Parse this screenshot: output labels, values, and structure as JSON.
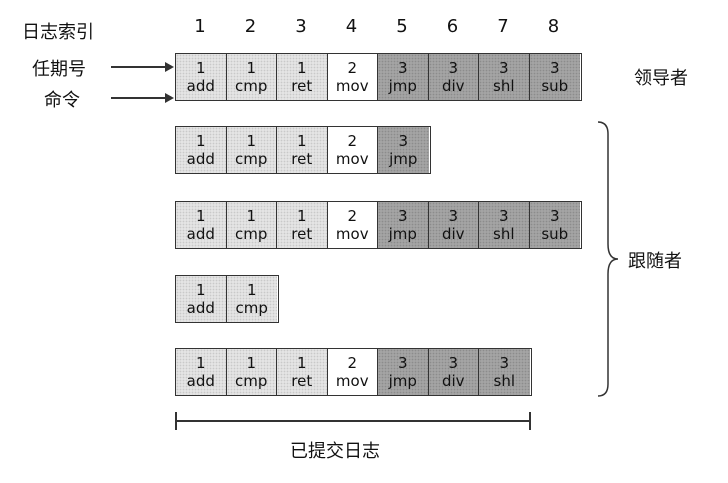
{
  "header": {
    "log_index_label": "日志索引",
    "indices": [
      "1",
      "2",
      "3",
      "4",
      "5",
      "6",
      "7",
      "8"
    ]
  },
  "labels": {
    "term": "任期号",
    "command": "命令"
  },
  "roles": {
    "leader": "领导者",
    "follower": "跟随者"
  },
  "commit_label": "已提交日志",
  "rows": [
    {
      "role": "leader",
      "entries": [
        {
          "term": "1",
          "cmd": "add"
        },
        {
          "term": "1",
          "cmd": "cmp"
        },
        {
          "term": "1",
          "cmd": "ret"
        },
        {
          "term": "2",
          "cmd": "mov"
        },
        {
          "term": "3",
          "cmd": "jmp"
        },
        {
          "term": "3",
          "cmd": "div"
        },
        {
          "term": "3",
          "cmd": "shl"
        },
        {
          "term": "3",
          "cmd": "sub"
        }
      ]
    },
    {
      "role": "follower",
      "entries": [
        {
          "term": "1",
          "cmd": "add"
        },
        {
          "term": "1",
          "cmd": "cmp"
        },
        {
          "term": "1",
          "cmd": "ret"
        },
        {
          "term": "2",
          "cmd": "mov"
        },
        {
          "term": "3",
          "cmd": "jmp"
        }
      ]
    },
    {
      "role": "follower",
      "entries": [
        {
          "term": "1",
          "cmd": "add"
        },
        {
          "term": "1",
          "cmd": "cmp"
        },
        {
          "term": "1",
          "cmd": "ret"
        },
        {
          "term": "2",
          "cmd": "mov"
        },
        {
          "term": "3",
          "cmd": "jmp"
        },
        {
          "term": "3",
          "cmd": "div"
        },
        {
          "term": "3",
          "cmd": "shl"
        },
        {
          "term": "3",
          "cmd": "sub"
        }
      ]
    },
    {
      "role": "follower",
      "entries": [
        {
          "term": "1",
          "cmd": "add"
        },
        {
          "term": "1",
          "cmd": "cmp"
        }
      ]
    },
    {
      "role": "follower",
      "entries": [
        {
          "term": "1",
          "cmd": "add"
        },
        {
          "term": "1",
          "cmd": "cmp"
        },
        {
          "term": "1",
          "cmd": "ret"
        },
        {
          "term": "2",
          "cmd": "mov"
        },
        {
          "term": "3",
          "cmd": "jmp"
        },
        {
          "term": "3",
          "cmd": "div"
        },
        {
          "term": "3",
          "cmd": "shl"
        }
      ]
    }
  ],
  "committed_through_index": 7
}
